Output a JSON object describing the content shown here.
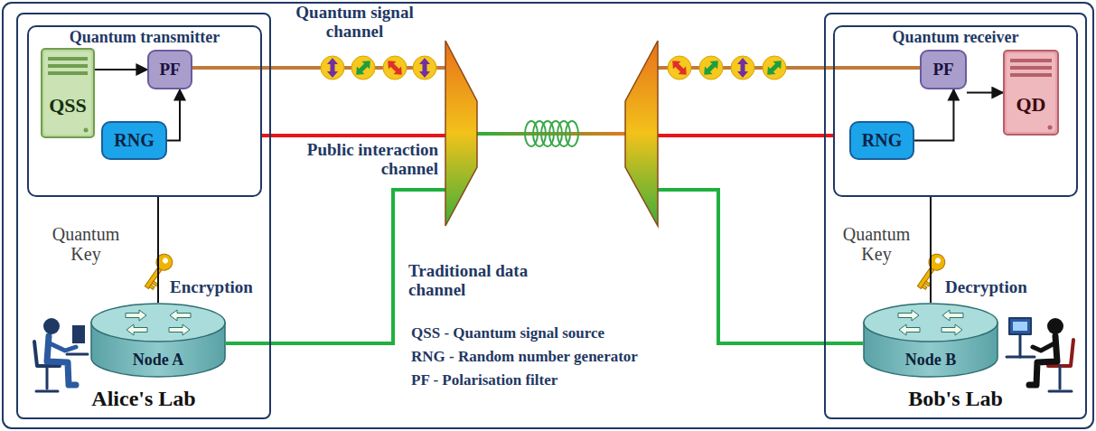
{
  "diagram": {
    "nodes": [
      {
        "text": [
          "Alice's Lab"
        ]
      },
      {
        "text": [
          "Quantum transmitter"
        ],
        "in": 0
      },
      {
        "text": [
          "QSS"
        ],
        "in": 1
      },
      {
        "text": [
          "PF"
        ],
        "in": 1
      },
      {
        "text": [
          "RNG"
        ],
        "in": 1
      },
      {
        "text": [
          "Node A"
        ],
        "in": 0
      },
      {
        "text": [
          "Bob's Lab"
        ]
      },
      {
        "text": [
          "Quantum receiver"
        ],
        "in": 6
      },
      {
        "text": [
          "PF"
        ],
        "in": 7
      },
      {
        "text": [
          "RNG"
        ],
        "in": 7
      },
      {
        "text": [
          "QD"
        ],
        "in": 7
      },
      {
        "text": [
          "Node B"
        ],
        "in": 6
      }
    ],
    "edges": [
      {
        "from": 2,
        "to": 3,
        "arrow": "to"
      },
      {
        "from": 4,
        "to": 3,
        "arrow": "to"
      },
      {
        "from": 1,
        "to": 5,
        "arrow": "none"
      },
      {
        "from": 8,
        "to": 10,
        "arrow": "to"
      },
      {
        "from": 9,
        "to": 8,
        "arrow": "to"
      },
      {
        "from": 7,
        "to": 11,
        "arrow": "none"
      }
    ],
    "labels": [
      "Quantum signal channel",
      "Public interaction channel",
      "Traditional data channel",
      "Quantum Key",
      "Encryption",
      "Quantum Key",
      "Decryption",
      "QSS - Quantum signal source",
      "RNG - Random number generator",
      "PF - Polarisation filter"
    ]
  }
}
